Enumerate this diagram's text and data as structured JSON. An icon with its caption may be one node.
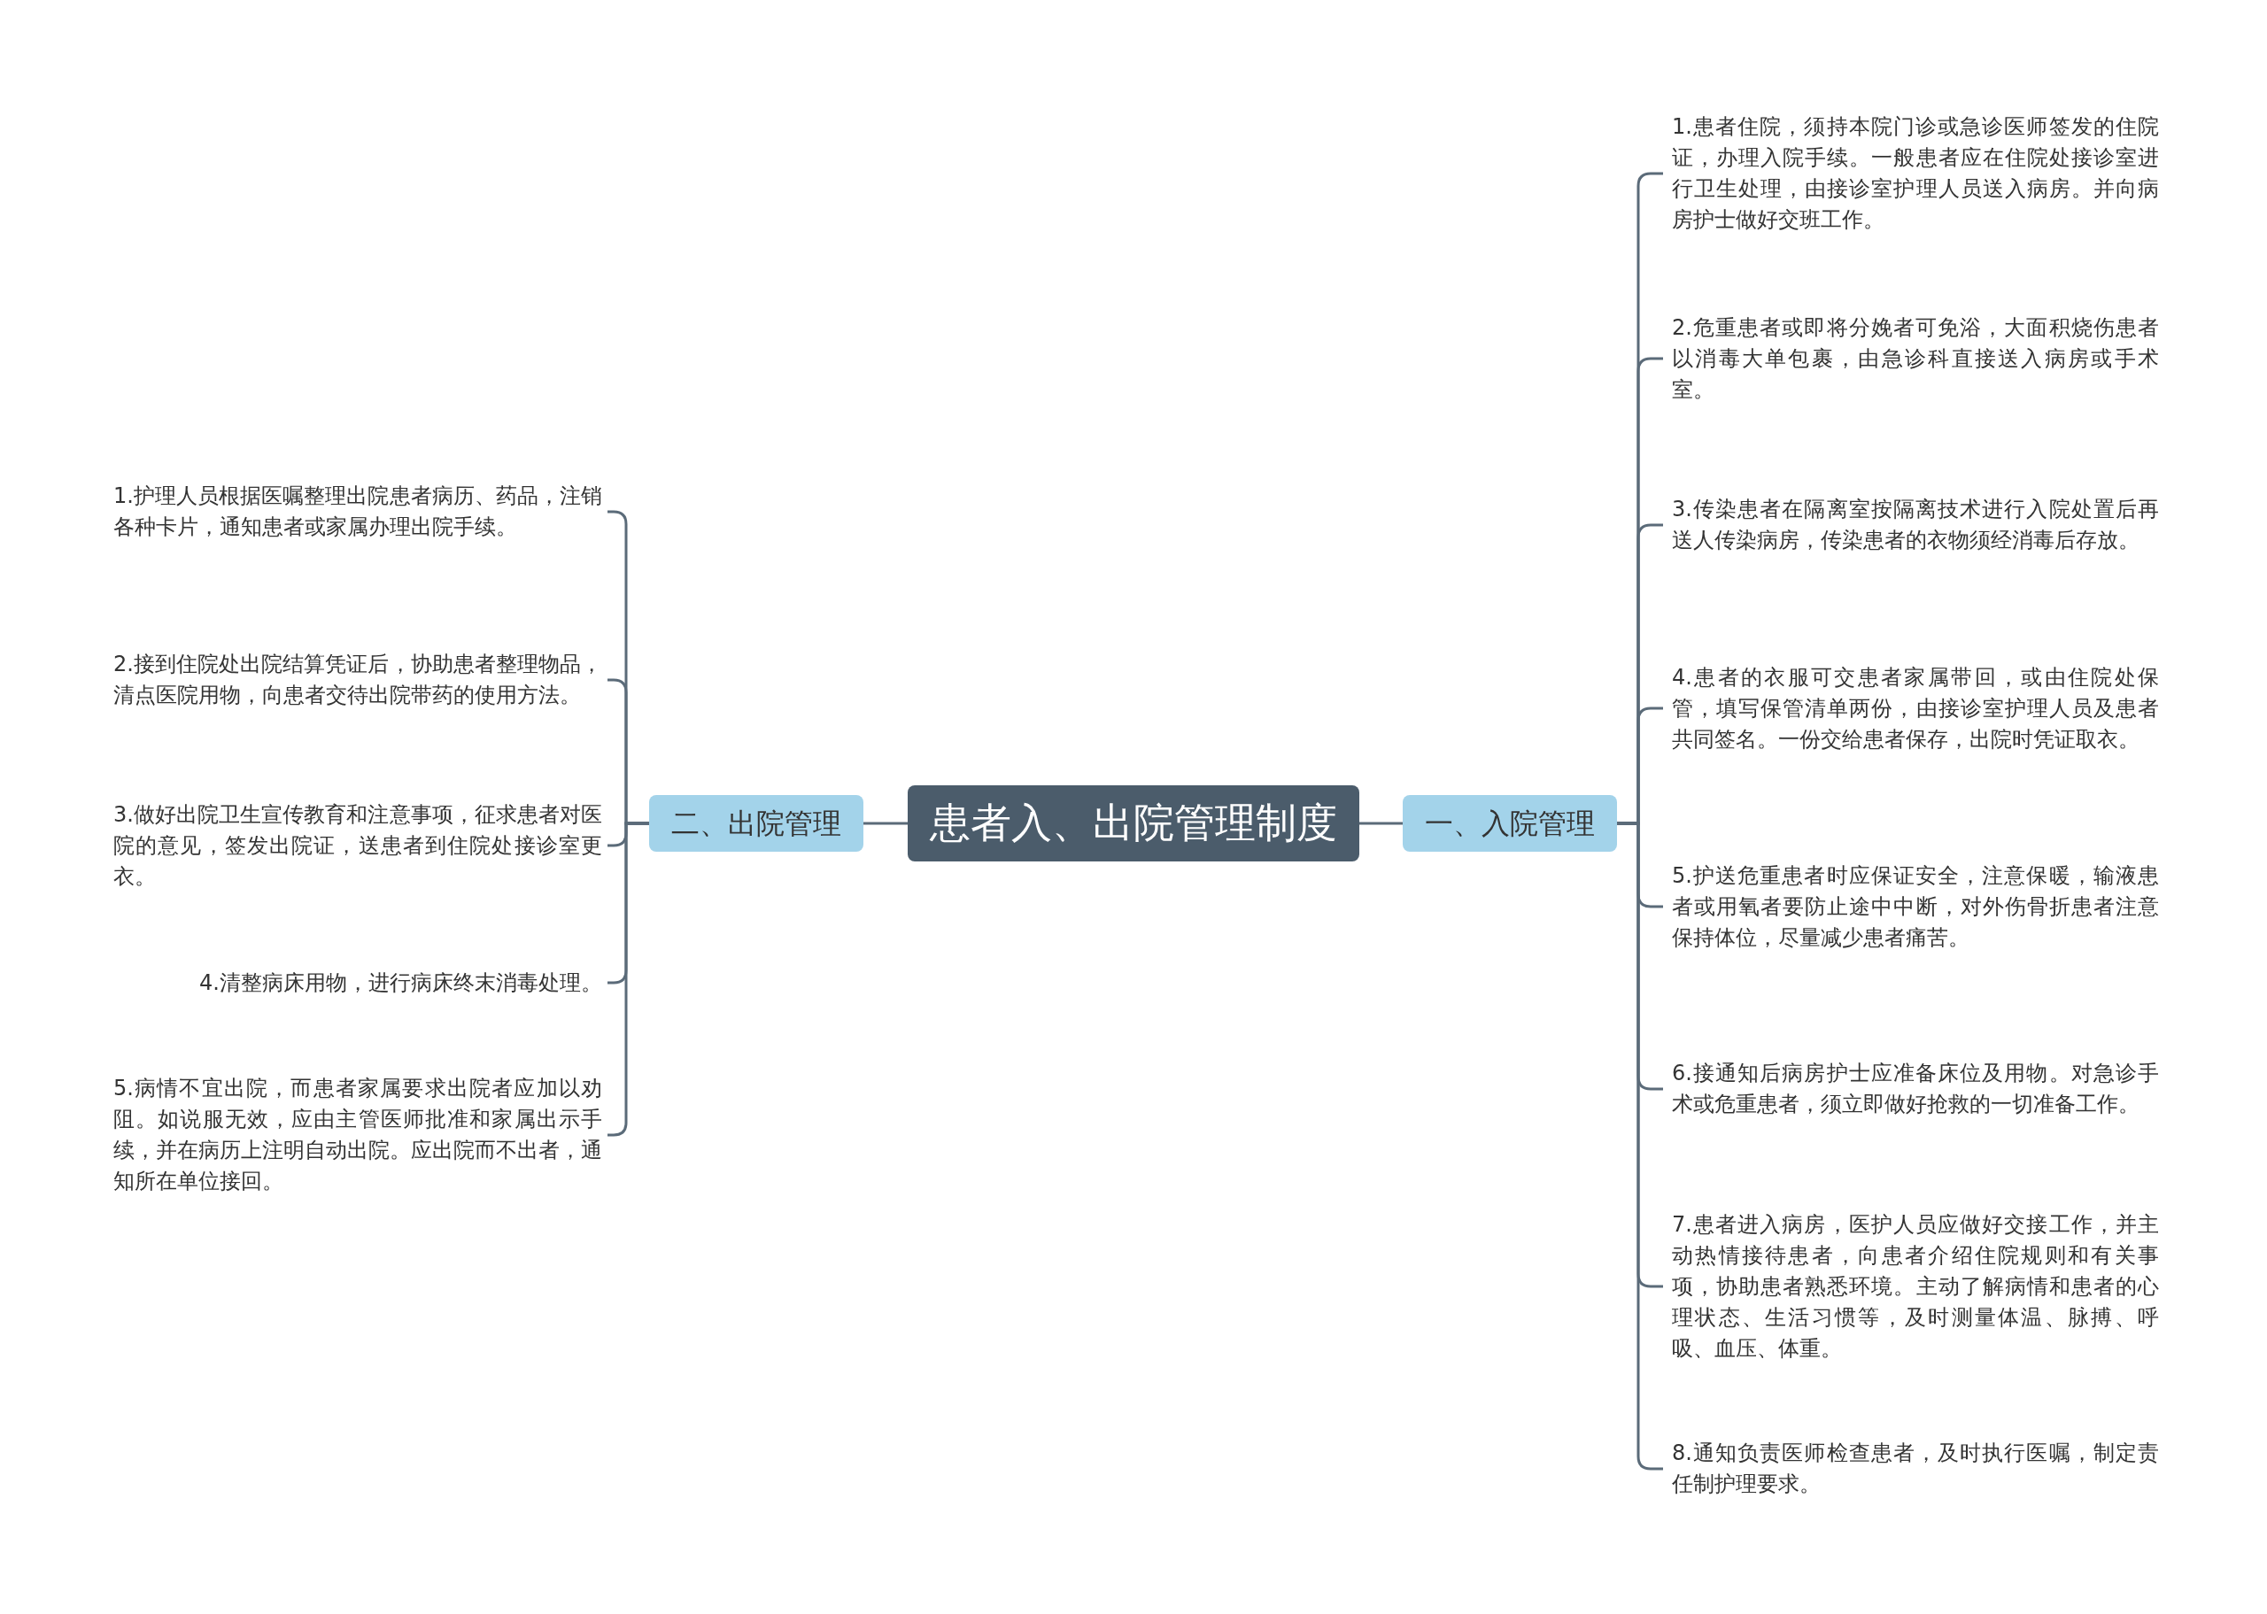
{
  "diagram": {
    "nodes": [
      {
        "text": [
          "患者入、出院管理制度"
        ]
      },
      {
        "text": [
          "一、入院管理"
        ]
      },
      {
        "text": [
          "1.患者住院，须持本院门诊或急诊医师签发的住院证，办理入院手续。一般患者应在住院处接诊室进行卫生处理，由接诊室护理人员送入病房。并向病房护士做好交班工作。"
        ]
      },
      {
        "text": [
          "2.危重患者或即将分娩者可免浴，大面积烧伤患者以消毒大单包裹，由急诊科直接送入病房或手术室。"
        ]
      },
      {
        "text": [
          "3.传染患者在隔离室按隔离技术进行入院处置后再送人传染病房，传染患者的衣物须经消毒后存放。"
        ]
      },
      {
        "text": [
          "4.患者的衣服可交患者家属带回，或由住院处保管，填写保管清单两份，由接诊室护理人员及患者共同签名。一份交给患者保存，出院时凭证取衣。"
        ]
      },
      {
        "text": [
          "5.护送危重患者时应保证安全，注意保暖，输液患者或用氧者要防止途中中断，对外伤骨折患者注意保持体位，尽量减少患者痛苦。"
        ]
      },
      {
        "text": [
          "6.接通知后病房护士应准备床位及用物。对急诊手术或危重患者，须立即做好抢救的一切准备工作。"
        ]
      },
      {
        "text": [
          "7.患者进入病房，医护人员应做好交接工作，并主动热情接待患者，向患者介绍住院规则和有关事项，协助患者熟悉环境。主动了解病情和患者的心理状态、生活习惯等，及时测量体温、脉搏、呼吸、血压、体重。"
        ]
      },
      {
        "text": [
          "8.通知负责医师检查患者，及时执行医嘱，制定责任制护理要求。"
        ]
      },
      {
        "text": [
          "二、出院管理"
        ]
      },
      {
        "text": [
          "1.护理人员根据医嘱整理出院患者病历、药品，注销各种卡片，通知患者或家属办理出院手续。"
        ]
      },
      {
        "text": [
          "2.接到住院处出院结算凭证后，协助患者整理物品，清点医院用物，向患者交待出院带药的使用方法。"
        ]
      },
      {
        "text": [
          "3.做好出院卫生宣传教育和注意事项，征求患者对医院的意见，签发出院证，送患者到住院处接诊室更衣。"
        ]
      },
      {
        "text": [
          "4.清整病床用物，进行病床终末消毒处理。"
        ]
      },
      {
        "text": [
          "5.病情不宜出院，而患者家属要求出院者应加以劝阻。如说服无效，应由主管医师批准和家属出示手续，并在病历上注明自动出院。应出院而不出者，通知所在单位接回。"
        ]
      }
    ],
    "edges": [
      {
        "from": 0,
        "to": 1,
        "arrow": "none"
      },
      {
        "from": 1,
        "to": 2,
        "arrow": "none"
      },
      {
        "from": 1,
        "to": 3,
        "arrow": "none"
      },
      {
        "from": 1,
        "to": 4,
        "arrow": "none"
      },
      {
        "from": 1,
        "to": 5,
        "arrow": "none"
      },
      {
        "from": 1,
        "to": 6,
        "arrow": "none"
      },
      {
        "from": 1,
        "to": 7,
        "arrow": "none"
      },
      {
        "from": 1,
        "to": 8,
        "arrow": "none"
      },
      {
        "from": 1,
        "to": 9,
        "arrow": "none"
      },
      {
        "from": 0,
        "to": 10,
        "arrow": "none"
      },
      {
        "from": 10,
        "to": 11,
        "arrow": "none"
      },
      {
        "from": 10,
        "to": 12,
        "arrow": "none"
      },
      {
        "from": 10,
        "to": 13,
        "arrow": "none"
      },
      {
        "from": 10,
        "to": 14,
        "arrow": "none"
      },
      {
        "from": 10,
        "to": 15,
        "arrow": "none"
      }
    ]
  }
}
